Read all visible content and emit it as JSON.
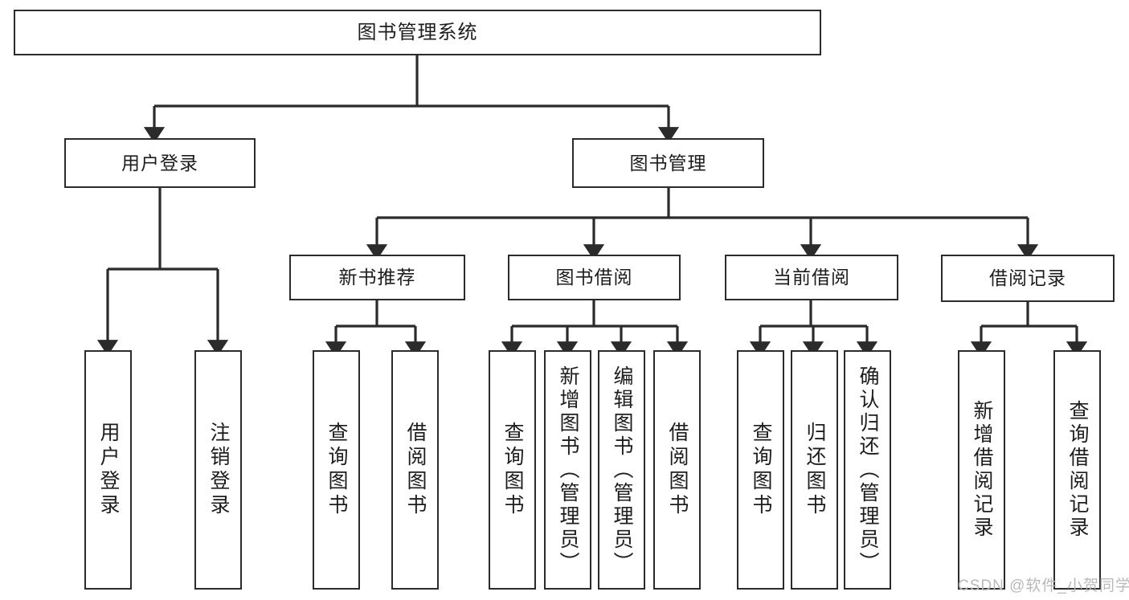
{
  "diagram": {
    "type": "tree-hierarchy",
    "title": "图书管理系统",
    "watermark": "CSDN @软件_小贺同学",
    "colors": {
      "box_border": "#2b2b2b",
      "box_fill": "#ffffff",
      "connector": "#2b2b2b",
      "text": "#1d1d1d",
      "watermark": "#b9b9b9",
      "background": "#ffffff"
    },
    "nodes": {
      "root": {
        "label": "图书管理系统",
        "level": 1
      },
      "user_login": {
        "label": "用户登录",
        "level": 2
      },
      "book_manage": {
        "label": "图书管理",
        "level": 2
      },
      "new_book_rec": {
        "label": "新书推荐",
        "level": 3
      },
      "book_borrow": {
        "label": "图书借阅",
        "level": 3
      },
      "current_borrow": {
        "label": "当前借阅",
        "level": 3
      },
      "borrow_record": {
        "label": "借阅记录",
        "level": 3
      },
      "leaf_user_login": {
        "label": "用户登录",
        "level": 3
      },
      "leaf_user_logout": {
        "label": "注销登录",
        "level": 3
      },
      "leaf_query_book_1": {
        "label": "查询图书",
        "level": 4
      },
      "leaf_borrow_book_1": {
        "label": "借阅图书",
        "level": 4
      },
      "leaf_query_book_2": {
        "label": "查询图书",
        "level": 4
      },
      "leaf_add_book": {
        "label": "新增图书（管理员）",
        "level": 4
      },
      "leaf_edit_book": {
        "label": "编辑图书（管理员）",
        "level": 4
      },
      "leaf_borrow_book_2": {
        "label": "借阅图书",
        "level": 4
      },
      "leaf_query_book_3": {
        "label": "查询图书",
        "level": 4
      },
      "leaf_return_book": {
        "label": "归还图书",
        "level": 4
      },
      "leaf_confirm_return": {
        "label": "确认归还（管理员）",
        "level": 4
      },
      "leaf_add_record": {
        "label": "新增借阅记录",
        "level": 4
      },
      "leaf_query_record": {
        "label": "查询借阅记录",
        "level": 4
      }
    },
    "edges": [
      {
        "from": "root",
        "to": "user_login"
      },
      {
        "from": "root",
        "to": "book_manage"
      },
      {
        "from": "user_login",
        "to": "leaf_user_login"
      },
      {
        "from": "user_login",
        "to": "leaf_user_logout"
      },
      {
        "from": "book_manage",
        "to": "new_book_rec"
      },
      {
        "from": "book_manage",
        "to": "book_borrow"
      },
      {
        "from": "book_manage",
        "to": "current_borrow"
      },
      {
        "from": "book_manage",
        "to": "borrow_record"
      },
      {
        "from": "new_book_rec",
        "to": "leaf_query_book_1"
      },
      {
        "from": "new_book_rec",
        "to": "leaf_borrow_book_1"
      },
      {
        "from": "book_borrow",
        "to": "leaf_query_book_2"
      },
      {
        "from": "book_borrow",
        "to": "leaf_add_book"
      },
      {
        "from": "book_borrow",
        "to": "leaf_edit_book"
      },
      {
        "from": "book_borrow",
        "to": "leaf_borrow_book_2"
      },
      {
        "from": "current_borrow",
        "to": "leaf_query_book_3"
      },
      {
        "from": "current_borrow",
        "to": "leaf_return_book"
      },
      {
        "from": "current_borrow",
        "to": "leaf_confirm_return"
      },
      {
        "from": "borrow_record",
        "to": "leaf_add_record"
      },
      {
        "from": "borrow_record",
        "to": "leaf_query_record"
      }
    ]
  }
}
